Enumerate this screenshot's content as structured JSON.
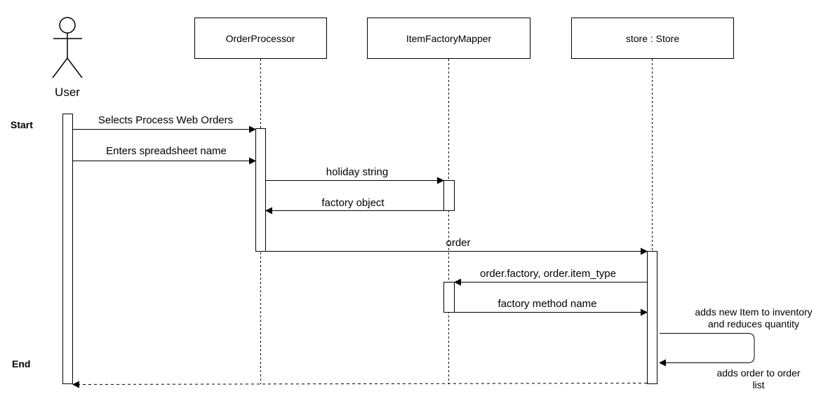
{
  "actors": {
    "user": "User"
  },
  "lifelines": {
    "order_processor": "OrderProcessor",
    "item_factory_mapper": "ItemFactoryMapper",
    "store": "store : Store"
  },
  "markers": {
    "start": "Start",
    "end": "End"
  },
  "messages": {
    "m1": "Selects Process Web Orders",
    "m2": "Enters spreadsheet name",
    "m3": "holiday string",
    "m4": "factory object",
    "m5": "order",
    "m6": "order.factory, order.item_type",
    "m7": "factory method name",
    "self1_line1": "adds new Item to inventory",
    "self1_line2": "and reduces quantity",
    "self2_line1": "adds order to order",
    "self2_line2": "list"
  },
  "colors": {
    "stroke": "#000000",
    "background": "#ffffff"
  }
}
